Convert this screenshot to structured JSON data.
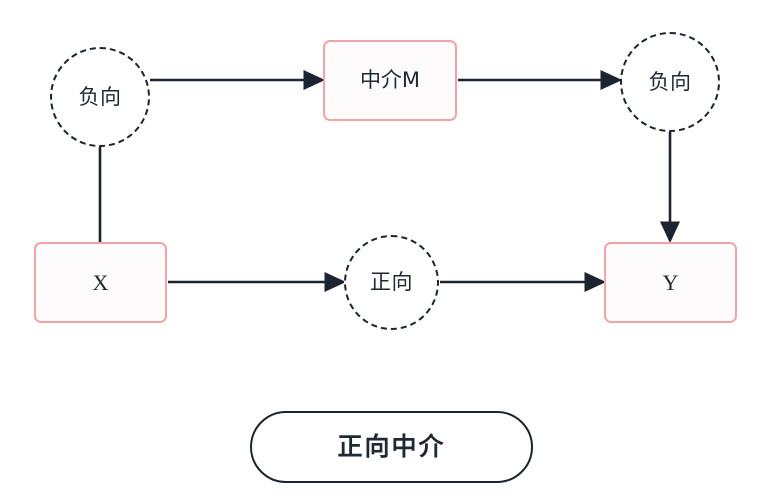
{
  "diagram": {
    "title_caption": "正向中介",
    "colors": {
      "stroke_dark": "#1b2430",
      "box_border_pink": "#f2a3a6",
      "background": "#ffffff",
      "text": "#1f2933"
    },
    "nodes": [
      {
        "id": "neg-top",
        "label": "负向",
        "shape": "circle",
        "role": "mediator-path-sign"
      },
      {
        "id": "mediator",
        "label": "中介M",
        "shape": "box",
        "role": "mediator"
      },
      {
        "id": "neg-right",
        "label": "负向",
        "shape": "circle",
        "role": "mediator-outcome-sign"
      },
      {
        "id": "x",
        "label": "X",
        "shape": "box",
        "role": "predictor"
      },
      {
        "id": "pos",
        "label": "正向",
        "shape": "circle",
        "role": "direct-path-sign"
      },
      {
        "id": "y",
        "label": "Y",
        "shape": "box",
        "role": "outcome"
      }
    ],
    "edges": [
      {
        "id": "e1",
        "from": "neg-top",
        "to": "mediator",
        "arrow": true,
        "direction": "right"
      },
      {
        "id": "e2",
        "from": "mediator",
        "to": "neg-right",
        "arrow": true,
        "direction": "right"
      },
      {
        "id": "e3",
        "from": "neg-top",
        "to": "x",
        "arrow": false,
        "direction": "down"
      },
      {
        "id": "e4",
        "from": "neg-right",
        "to": "y",
        "arrow": true,
        "direction": "down"
      },
      {
        "id": "e5",
        "from": "x",
        "to": "pos",
        "arrow": true,
        "direction": "right"
      },
      {
        "id": "e6",
        "from": "pos",
        "to": "y",
        "arrow": true,
        "direction": "right"
      }
    ]
  }
}
